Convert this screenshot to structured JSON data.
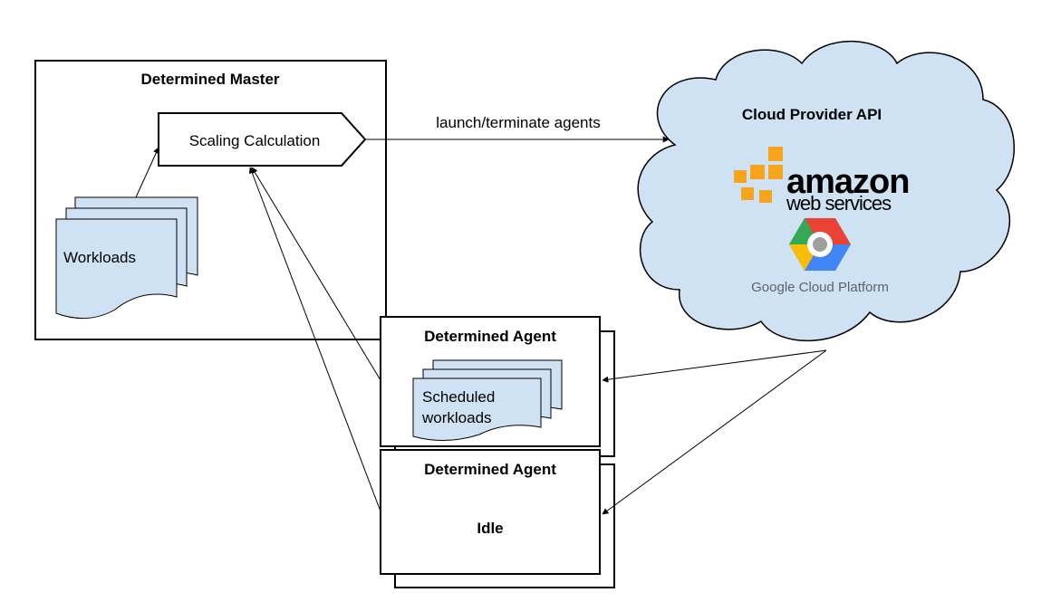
{
  "master": {
    "title": "Determined Master",
    "scaling_label": "Scaling Calculation",
    "workloads_label": "Workloads"
  },
  "arrows": {
    "launch_label": "launch/terminate agents"
  },
  "cloud": {
    "title": "Cloud Provider API",
    "aws_brand_top": "amazon",
    "aws_brand_bottom": "web services",
    "gcp_label": "Google Cloud Platform",
    "fill_color": "#cfe2f3"
  },
  "agent_busy": {
    "title": "Determined Agent",
    "docs_line1": "Scheduled",
    "docs_line2": "workloads"
  },
  "agent_idle": {
    "title": "Determined Agent",
    "status": "Idle"
  },
  "colors": {
    "doc_fill": "#cfe2f3",
    "aws_orange": "#f7a41d",
    "gcp_red": "#ea4335",
    "gcp_blue": "#4285f4",
    "gcp_yellow": "#fbbc05",
    "gcp_green": "#34a853"
  }
}
